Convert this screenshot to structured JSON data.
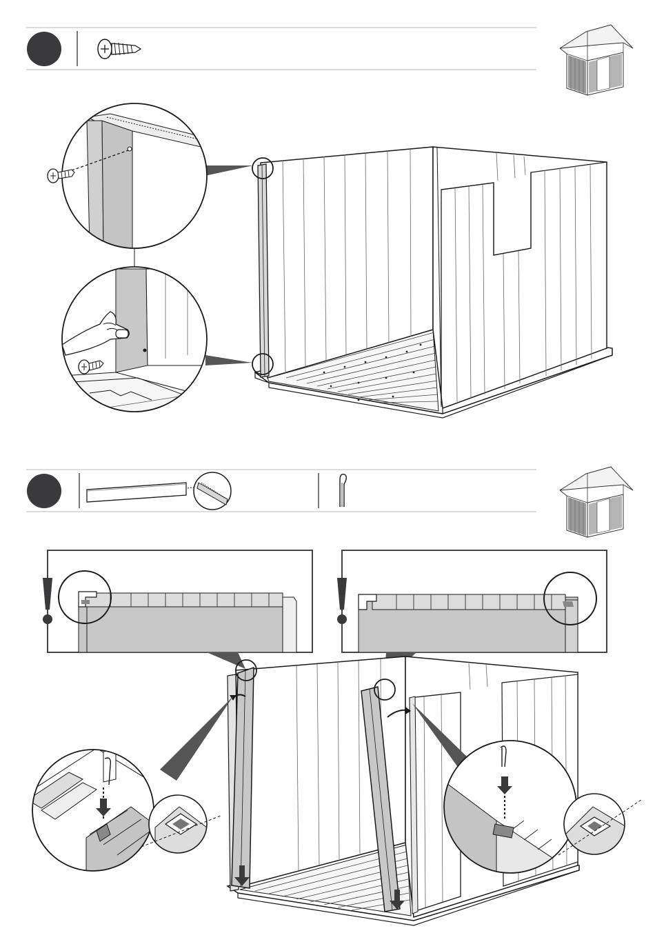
{
  "document": {
    "type": "assembly-instructions",
    "steps": [
      {
        "marker": "step-badge",
        "parts": [
          "screw-icon"
        ],
        "details": [
          "screw-top-detail",
          "screw-bottom-detail"
        ]
      },
      {
        "marker": "step-badge",
        "parts": [
          "wall-panel-icon",
          "clip-icon"
        ],
        "details": [
          "left-warning-detail",
          "right-warning-detail",
          "left-clip-detail",
          "right-clip-detail"
        ]
      }
    ],
    "colors": {
      "badge": "#3a3a3c",
      "panel_gray": "#c8c8c8",
      "line": "#1a1a1a",
      "rule": "#bbbbbb"
    }
  }
}
